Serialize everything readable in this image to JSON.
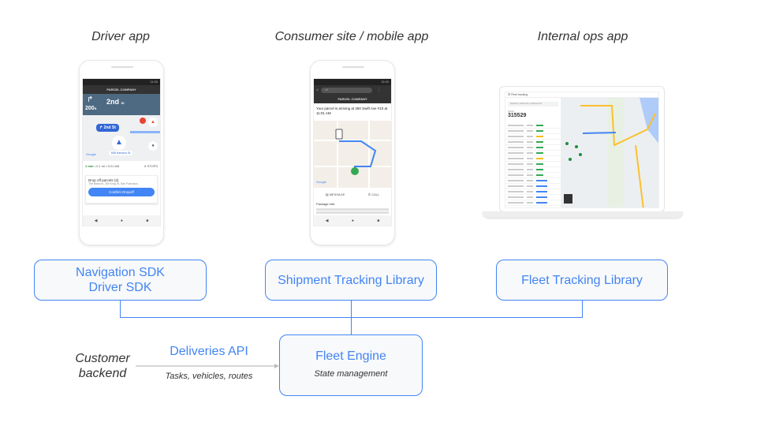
{
  "columns": [
    {
      "title": "Driver app"
    },
    {
      "title": "Consumer site /  mobile app"
    },
    {
      "title": "Internal ops app"
    }
  ],
  "driver_app": {
    "status_time": "11:00",
    "app_title": "PARCEL COMPANY",
    "turn_distance": "200",
    "turn_unit": "ft",
    "street": "2nd",
    "street_suffix": "St",
    "route_label": "2nd St",
    "address_chip": "848 Harrison St",
    "eta_minutes": "1 min",
    "eta_detail": "• 0.1 mi • 9:21 AM",
    "stops": "6 STOPS",
    "task_title": "Drop off parcels (2)",
    "task_address": "The Beacon, 250 King St, San Francisco",
    "confirm_button": "Confirm Dropoff",
    "map_logo": "Google"
  },
  "consumer_app": {
    "status_time": "11:00",
    "url": "url",
    "app_title": "PARCEL COMPANY",
    "message": "Your parcel is arriving at 360 Swift Ave #10 at 11:01 AM",
    "message_button": "MESSAGE",
    "call_button": "CALL",
    "package_info": "Package info:",
    "map_logo": "Google"
  },
  "ops_app": {
    "app_title": "Fleet tracking",
    "search_placeholder": "Search by vehicle ID or shipment ID",
    "id_label": "Vehicle",
    "id_value": "315529",
    "status_colors": [
      "#34a853",
      "#34a853",
      "#fbbc04",
      "#34a853",
      "#34a853",
      "#34a853",
      "#fbbc04",
      "#34a853",
      "#34a853",
      "#34a853",
      "#4285f4",
      "#4285f4",
      "#4285f4",
      "#4285f4",
      "#4285f4"
    ]
  },
  "boxes": {
    "driver": [
      "Navigation SDK",
      "Driver SDK"
    ],
    "consumer": "Shipment Tracking Library",
    "ops": "Fleet Tracking Library",
    "engine_title": "Fleet Engine",
    "engine_subtitle": "State management"
  },
  "backend": {
    "label_line1": "Customer",
    "label_line2": "backend"
  },
  "api": {
    "title": "Deliveries API",
    "subtitle": "Tasks, vehicles, routes"
  },
  "colors": {
    "accent": "#4285f4",
    "box_bg": "#f8f9fa",
    "arrow": "#bdbdbd"
  }
}
